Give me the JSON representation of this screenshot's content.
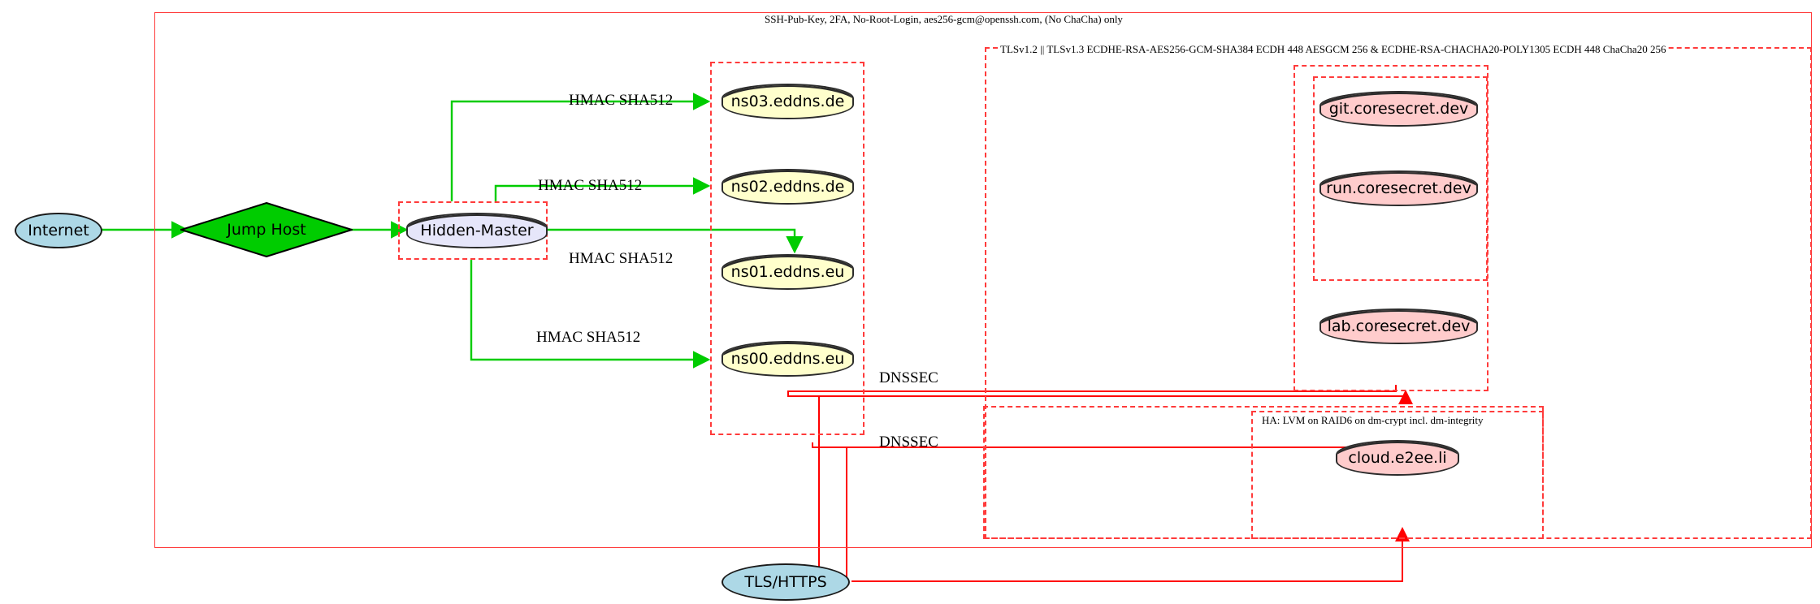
{
  "diagram": {
    "title_labels": {
      "ssh_policy": "SSH-Pub-Key, 2FA, No-Root-Login, aes256-gcm@openssh.com, (No ChaCha) only",
      "tls_policy": "TLSv1.2 || TLSv1.3 ECDHE-RSA-AES256-GCM-SHA384 ECDH 448 AESGCM 256 & ECDHE-RSA-CHACHA20-POLY1305 ECDH 448 ChaCha20 256",
      "storage_policy": "HA: LVM on RAID6 on dm-crypt incl. dm-integrity"
    },
    "nodes": {
      "internet": "Internet",
      "jump_host": "Jump Host",
      "hidden_master": "Hidden-Master",
      "ns03": "ns03.eddns.de",
      "ns02": "ns02.eddns.de",
      "ns01": "ns01.eddns.eu",
      "ns00": "ns00.eddns.eu",
      "git": "git.coresecret.dev",
      "run": "run.coresecret.dev",
      "lab": "lab.coresecret.dev",
      "cloud": "cloud.e2ee.li",
      "tls_https": "TLS/HTTPS"
    },
    "edge_labels": {
      "hmac_ns03": "HMAC SHA512",
      "hmac_ns02": "HMAC SHA512",
      "hmac_ns01": "HMAC SHA512",
      "hmac_ns00": "HMAC SHA512",
      "dnssec_upper": "DNSSEC",
      "dnssec_lower": "DNSSEC"
    },
    "colors": {
      "boundary_red": "#ff3b3b",
      "edge_green": "#00cc00",
      "edge_red": "#ff0000",
      "node_blue": "#add8e6",
      "node_green": "#00cc00",
      "node_lavender": "#e6e6fa",
      "node_yellow": "#ffffcc",
      "node_pink": "#ffcccc"
    }
  }
}
